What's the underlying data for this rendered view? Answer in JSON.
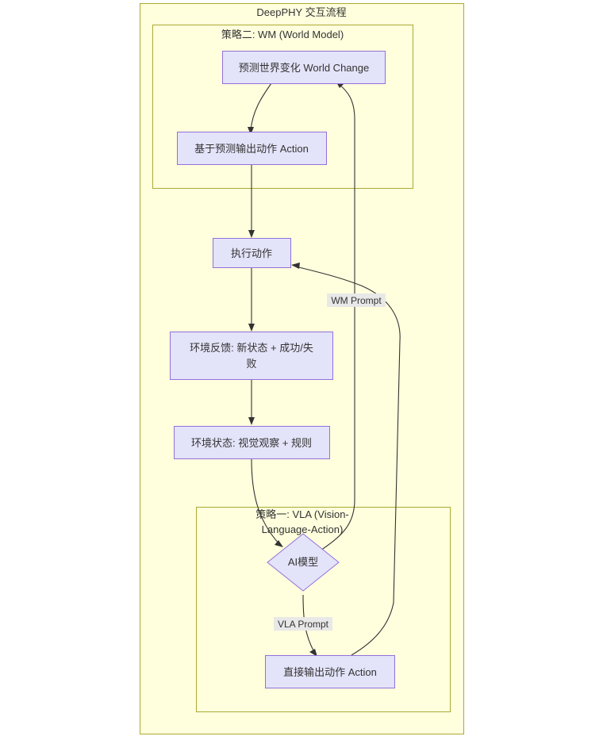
{
  "diagram": {
    "title": "DeepPHY 交互流程",
    "type": "flowchart",
    "colors": {
      "cluster_fill": "#ffffde",
      "cluster_stroke": "#aaaa33",
      "node_fill": "#e3e3f9",
      "node_stroke": "#9370db",
      "edge_stroke": "#333333",
      "edge_label_bg": "#e8e8e8",
      "text": "#333333",
      "page_background": "#ffffff"
    },
    "clusters": [
      {
        "id": "root",
        "label": "DeepPHY 交互流程"
      },
      {
        "id": "wm",
        "label": "策略二: WM (World Model)"
      },
      {
        "id": "vla",
        "label": "策略一: VLA (Vision-Language-Action)",
        "label_lines": [
          "策略一: VLA (Vision-",
          "Language-Action)"
        ]
      }
    ],
    "nodes": [
      {
        "id": "world_change",
        "label": "预测世界变化 World Change",
        "shape": "rect",
        "cluster": "wm"
      },
      {
        "id": "wm_action",
        "label": "基于预测输出动作 Action",
        "shape": "rect",
        "cluster": "wm"
      },
      {
        "id": "execute",
        "label": "执行动作",
        "shape": "rect",
        "cluster": "root"
      },
      {
        "id": "feedback",
        "label": "环境反馈: 新状态 + 成功/失败",
        "label_lines": [
          "环境反馈: 新状态 + 成功/失",
          "败"
        ],
        "shape": "rect",
        "cluster": "root"
      },
      {
        "id": "env_state",
        "label": "环境状态: 视觉观察 + 规则",
        "shape": "rect",
        "cluster": "root"
      },
      {
        "id": "ai_model",
        "label": "AI模型",
        "shape": "diamond",
        "cluster": "vla"
      },
      {
        "id": "vla_action",
        "label": "直接输出动作 Action",
        "shape": "rect",
        "cluster": "vla"
      }
    ],
    "edges": [
      {
        "from": "world_change",
        "to": "wm_action",
        "label": ""
      },
      {
        "from": "wm_action",
        "to": "execute",
        "label": ""
      },
      {
        "from": "execute",
        "to": "feedback",
        "label": ""
      },
      {
        "from": "feedback",
        "to": "env_state",
        "label": ""
      },
      {
        "from": "env_state",
        "to": "ai_model",
        "label": ""
      },
      {
        "from": "ai_model",
        "to": "vla_action",
        "label": "VLA Prompt"
      },
      {
        "from": "ai_model",
        "to": "world_change",
        "label": ""
      },
      {
        "from": "vla_action",
        "to": "execute",
        "label": "WM Prompt"
      }
    ],
    "edge_labels": [
      {
        "id": "wm-prompt",
        "text": "WM Prompt"
      },
      {
        "id": "vla-prompt",
        "text": "VLA Prompt"
      }
    ]
  }
}
